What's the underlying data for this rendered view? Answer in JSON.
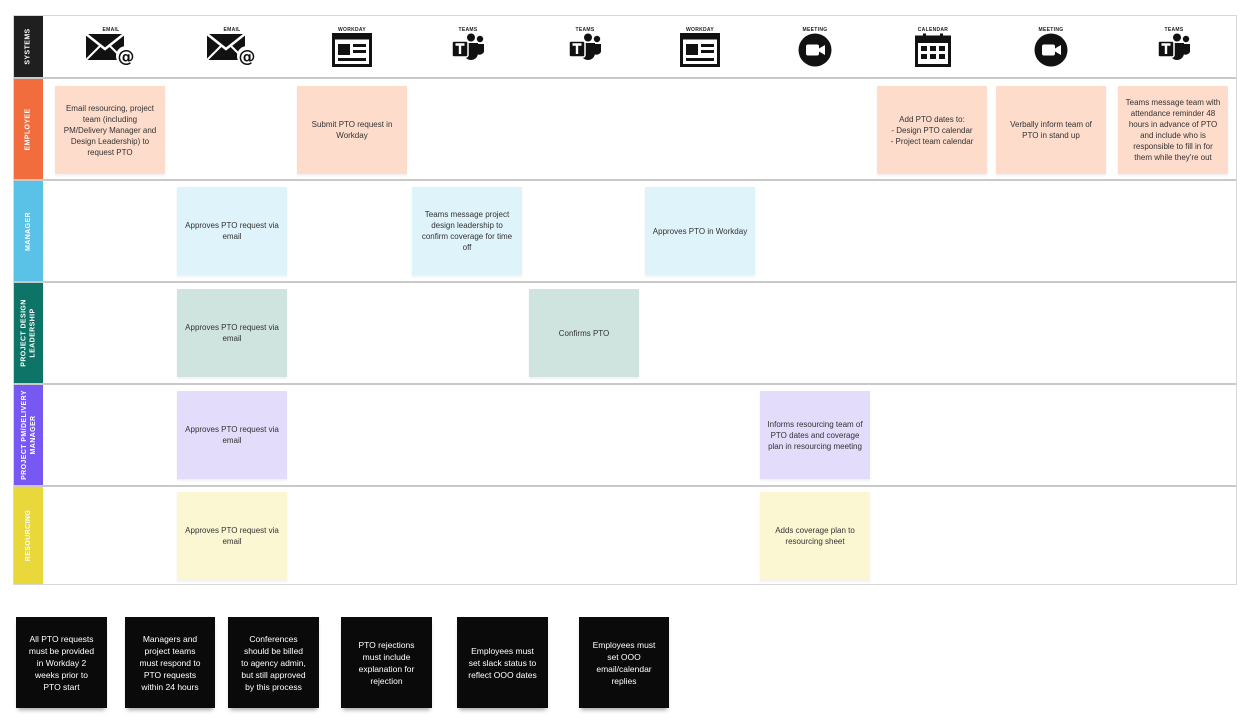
{
  "lanes": {
    "systems": "SYSTEMS",
    "employee": "EMPLOYEE",
    "manager": "MANAGER",
    "pdl_line1": "PROJECT DESIGN",
    "pdl_line2": "LEADERSHIP",
    "pm_line1": "PROJECT PM/DELIVERY",
    "pm_line2": "MANAGER",
    "resourcing": "RESOURCING"
  },
  "lane_colors": {
    "systems": "#1f1f1f",
    "employee": "#f26d3d",
    "manager": "#5bc2e7",
    "pdl": "#0e7468",
    "pm": "#7758f2",
    "resourcing": "#e8d83b"
  },
  "systems": [
    {
      "label": "EMAIL",
      "icon": "email-icon"
    },
    {
      "label": "EMAIL",
      "icon": "email-icon"
    },
    {
      "label": "WORKDAY",
      "icon": "workday-icon"
    },
    {
      "label": "TEAMS",
      "icon": "teams-icon"
    },
    {
      "label": "TEAMS",
      "icon": "teams-icon"
    },
    {
      "label": "WORKDAY",
      "icon": "workday-icon"
    },
    {
      "label": "MEETING",
      "icon": "video-icon"
    },
    {
      "label": "CALENDAR",
      "icon": "calendar-icon"
    },
    {
      "label": "MEETING",
      "icon": "video-icon"
    },
    {
      "label": "TEAMS",
      "icon": "teams-icon"
    }
  ],
  "notes": {
    "employee": {
      "email_request": "Email resourcing, project team (including PM/Delivery Manager and Design Leadership) to request PTO",
      "submit_workday": "Submit PTO request in Workday",
      "add_dates": "Add PTO dates to:\n- Design PTO calendar\n- Project team calendar",
      "verbal_inform": "Verbally inform team of PTO in stand up",
      "teams_reminder": "Teams message team with attendance reminder 48 hours in advance of PTO and include who is responsible to fill in for them while they're out"
    },
    "manager": {
      "approve_email": "Approves PTO request via email",
      "teams_message": "Teams message project design leadership to confirm coverage for time off",
      "approve_workday": "Approves PTO in Workday"
    },
    "pdl": {
      "approve_email": "Approves PTO request via email",
      "confirms": "Confirms PTO"
    },
    "pm": {
      "approve_email": "Approves PTO request via email",
      "informs": "Informs resourcing team of PTO dates and coverage plan in resourcing meeting"
    },
    "resourcing": {
      "approve_email": "Approves PTO request via email",
      "coverage": "Adds coverage plan to resourcing sheet"
    }
  },
  "rules": [
    "All PTO requests\nmust be provided\nin Workday 2\nweeks prior to\nPTO start",
    "Managers and\nproject teams\nmust respond to\nPTO requests\nwithin 24 hours",
    "Conferences\nshould be billed\nto agency admin,\nbut still approved\nby this process",
    "PTO rejections\nmust include\nexplanation for\nrejection",
    "Employees must\nset slack status to\nreflect OOO dates",
    "Employees must\nset OOO\nemail/calendar\nreplies"
  ]
}
